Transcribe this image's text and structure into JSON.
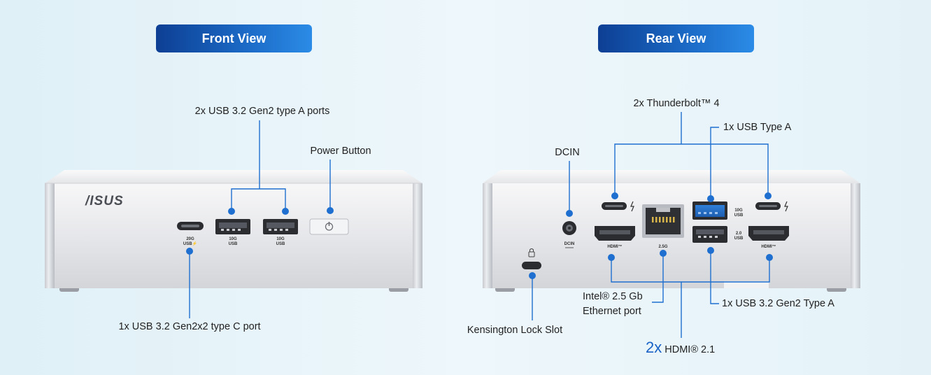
{
  "front": {
    "header": "Front View",
    "labels": {
      "usb_a": "2x USB 3.2 Gen2 type A ports",
      "power": "Power Button",
      "usb_c": "1x USB 3.2 Gen2x2 type C port"
    },
    "brand_logo": "/ISUS",
    "port_marks": {
      "usbc": [
        "20G",
        "USB⚡"
      ],
      "usba1": [
        "10G",
        "USB"
      ],
      "usba2": [
        "10G",
        "USB"
      ]
    }
  },
  "rear": {
    "header": "Rear View",
    "labels": {
      "thunderbolt": "2x Thunderbolt™ 4",
      "usb_type_a": "1x  USB Type A",
      "dcin": "DCIN",
      "ethernet_line1": "Intel® 2.5 Gb",
      "ethernet_line2": "Ethernet port",
      "usb_gen2": "1x USB 3.2 Gen2 Type A",
      "kensington": "Kensington Lock Slot",
      "hdmi_count": "2x",
      "hdmi_text": "HDMI® 2.1"
    },
    "port_marks": {
      "dcin": "DCIN",
      "lan": "2.5G",
      "usb_top": [
        "10G",
        "USB"
      ],
      "usb_bottom": [
        "2.0",
        "USB"
      ],
      "hdmi": "HDMI™"
    }
  },
  "colors": {
    "accent": "#1a63c6",
    "callout": "#1e6fd0",
    "header_start": "#0d3f94",
    "header_end": "#2b8be6"
  }
}
